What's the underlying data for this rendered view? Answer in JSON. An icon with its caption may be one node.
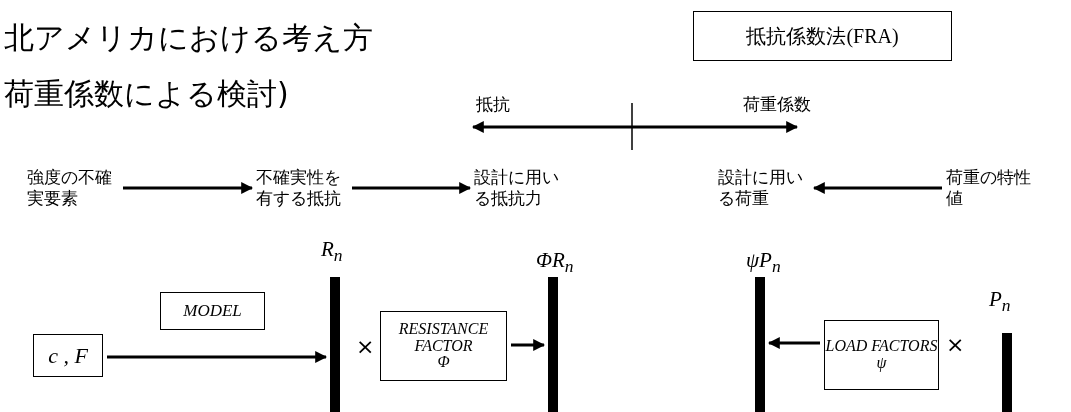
{
  "diagram": {
    "title": "北アメリカにおける考え方",
    "nodes": [
      {
        "text": [
          "抵抗係数法(FRA)"
        ]
      },
      {
        "text": [
          "強度の不確実要素"
        ]
      },
      {
        "text": [
          "不確実性を有する抵抗"
        ]
      },
      {
        "text": [
          "設計に用いる抵抗力"
        ]
      },
      {
        "text": [
          "設計に用いる荷重"
        ]
      },
      {
        "text": [
          "荷重の特性値"
        ]
      },
      {
        "text": [
          "c , F"
        ]
      },
      {
        "text": [
          "MODEL"
        ]
      },
      {
        "text": [],
        "shape": "bar",
        "beside": [
          "R$_{n}$"
        ]
      },
      {
        "text": [
          "RESISTANCE FACTOR",
          "Φ"
        ]
      },
      {
        "text": [],
        "shape": "bar",
        "beside": [
          "ΦR$_{n}$"
        ]
      },
      {
        "text": [],
        "shape": "bar",
        "beside": [
          "ψP$_{n}$"
        ]
      },
      {
        "text": [
          "LOAD FACTORS",
          "ψ"
        ]
      },
      {
        "text": [],
        "shape": "bar",
        "beside": [
          "P$_{n}$"
        ]
      }
    ],
    "edges": [
      {
        "from": 1,
        "to": 2,
        "arrow": "to"
      },
      {
        "from": 2,
        "to": 3,
        "arrow": "to"
      },
      {
        "from": 5,
        "to": 4,
        "arrow": "to"
      },
      {
        "from": 6,
        "to": 8,
        "arrow": "to"
      },
      {
        "from": 9,
        "to": 10,
        "arrow": "to"
      },
      {
        "from": 12,
        "to": 11,
        "arrow": "to"
      }
    ],
    "labels": [
      "荷重係数による検討)",
      "抵抗",
      "荷重係数",
      "×",
      "×"
    ]
  }
}
